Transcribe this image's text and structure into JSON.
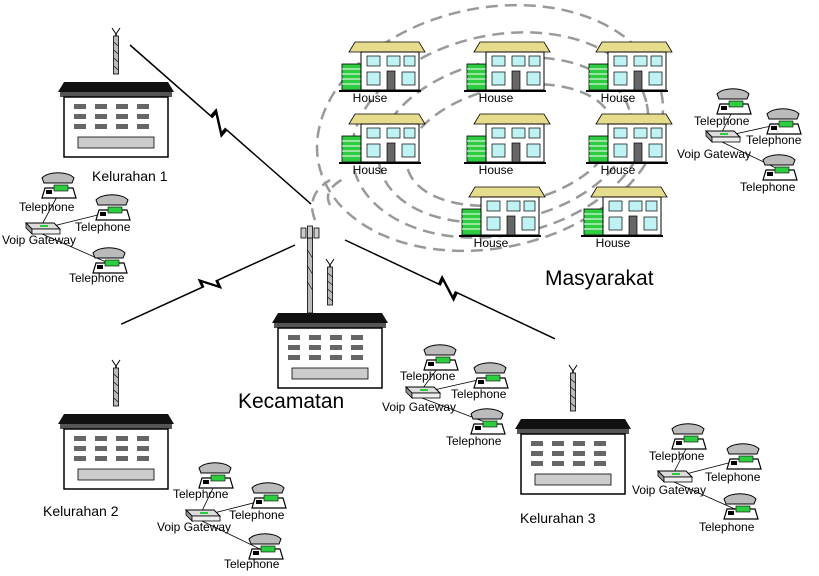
{
  "colors": {
    "accent": "#2ecc40",
    "roof": "#e6dd8c",
    "window": "#bff2f2",
    "radio": "#999999"
  },
  "nodes": {
    "kelurahan1": {
      "label": "Kelurahan 1"
    },
    "kelurahan2": {
      "label": "Kelurahan 2"
    },
    "kelurahan3": {
      "label": "Kelurahan 3"
    },
    "kecamatan": {
      "label": "Kecamatan"
    },
    "masyarakat": {
      "label": "Masyarakat"
    }
  },
  "houses": [
    {
      "label": "House"
    },
    {
      "label": "House"
    },
    {
      "label": "House"
    },
    {
      "label": "House"
    },
    {
      "label": "House"
    },
    {
      "label": "House"
    },
    {
      "label": "House"
    },
    {
      "label": "House"
    }
  ],
  "clusters": [
    {
      "gateway": "Voip Gateway",
      "phones": [
        "Telephone",
        "Telephone",
        "Telephone"
      ]
    },
    {
      "gateway": "Voip Gateway",
      "phones": [
        "Telephone",
        "Telephone",
        "Telephone"
      ]
    },
    {
      "gateway": "Voip Gateway",
      "phones": [
        "Telephone",
        "Telephone",
        "Telephone"
      ]
    },
    {
      "gateway": "Voip Gateway",
      "phones": [
        "Telephone",
        "Telephone",
        "Telephone"
      ]
    },
    {
      "gateway": "Voip Gateway",
      "phones": [
        "Telephone",
        "Telephone",
        "Telephone"
      ]
    }
  ]
}
